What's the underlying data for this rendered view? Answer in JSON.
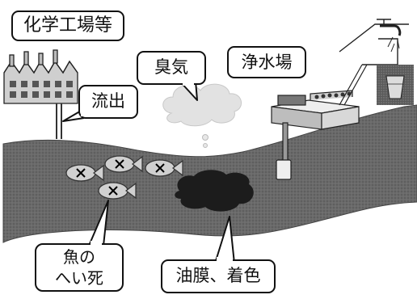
{
  "labels": {
    "factory": "化学工場等",
    "outflow": "流出",
    "odor": "臭気",
    "water_plant": "浄水場",
    "fish_death_line1": "魚の",
    "fish_death_line2": "へい死",
    "oil_film": "油膜、着色"
  },
  "icons": {
    "factory": "factory-icon",
    "river": "river-icon",
    "fish": "dead-fish-icon",
    "oil": "oil-slick-icon",
    "odor": "odor-cloud-icon",
    "plant": "water-treatment-plant-icon",
    "faucet": "faucet-icon",
    "glass": "water-glass-icon"
  },
  "colors": {
    "river": "#5f5f5f",
    "oil": "#1c1c1c",
    "cloud": "#e2e2e2",
    "outline": "#222222"
  }
}
